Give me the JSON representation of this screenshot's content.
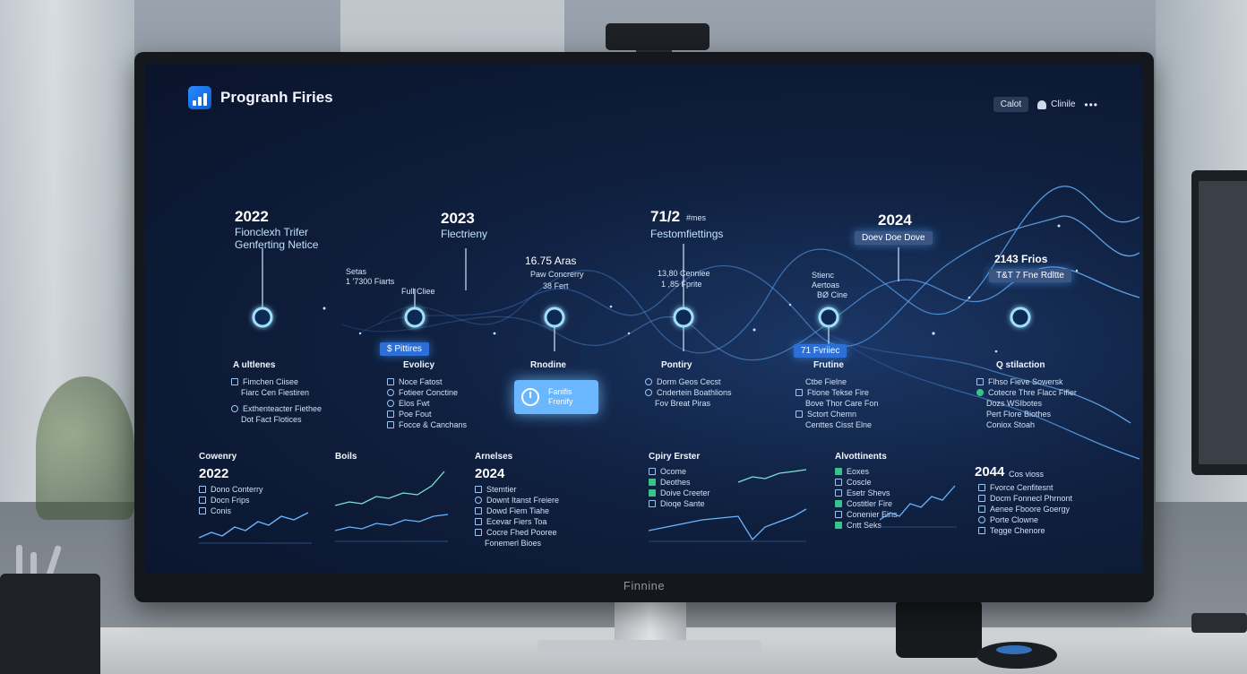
{
  "app": {
    "title": "Progranh Firies"
  },
  "header": {
    "button_label": "Calot",
    "user_label": "Clinile",
    "more_label": "•••"
  },
  "bezel": {
    "brand": "Finnine"
  },
  "milestones": [
    {
      "year": "2022",
      "sub1": "Fionclexh Trifer",
      "sub2": "Genferting Netice"
    },
    {
      "year": "2023",
      "sub1": "Flectrieny",
      "sub2": ""
    },
    {
      "year": "71/2",
      "suffix": "#mes",
      "sub1": "Festomfiettings",
      "sub2": ""
    },
    {
      "year": "2024",
      "sub1": "",
      "sub2": ""
    }
  ],
  "tags": {
    "t2024": "Doev Doe Dove",
    "node2": "$ Pittires",
    "node5": "71 Fvriiec",
    "right": "T&T 7 Fne Rdltte"
  },
  "annotations": {
    "a1": [
      "Setas",
      "1 '7300 Fiarts"
    ],
    "a2": "Full Cliee",
    "a3": [
      "16.75 Aras",
      "Paw Concrerry",
      "38 Fert"
    ],
    "a4": [
      "13,80 Cenniee",
      "1 ,85 Fprite"
    ],
    "a5": [
      "Stienc",
      "Aertoas",
      "BØ Cine"
    ],
    "a6": "2143 Frios"
  },
  "sections": [
    {
      "title": "A ultlenes",
      "items": [
        "Fimchen Ciisee",
        "Fiarc Cen Fiestiren",
        "Exthenteacter Fiethee",
        "Dot Fact Flotices"
      ]
    },
    {
      "title": "Evolicy",
      "items": [
        "Noce Fatost",
        "Fotieer Conctine",
        "Elos Fwt",
        "Poe Fout",
        "Focce & Canchans"
      ]
    },
    {
      "title": "Rnodine",
      "items": []
    },
    {
      "title": "Pontiry",
      "items": [
        "Dorm Geos Cecst",
        "Cndertein Boathlions",
        "Fov Breat Piras"
      ]
    },
    {
      "title": "Frutine",
      "items": [
        "Ctbe Fielne",
        "Ftione Tekse Fire",
        "Bove Thor Care Fon",
        "Sctort Chemn",
        "Centtes Cisst Elne"
      ]
    },
    {
      "title": "Q stilaction",
      "items": [
        "Flhso Fieve Sowersk",
        "Cotecre Thre Flacc Fifler",
        "Dozs WSIbotes",
        "Pert Flore Biothes",
        "Coniox Stoah"
      ]
    }
  ],
  "clock_card": {
    "line1": "Fanifis",
    "line2": "Frenify"
  },
  "panels": [
    {
      "title": "Cowenry",
      "year": "2022",
      "items": [
        "Dono Conterry",
        "Docn Frips",
        "Conis"
      ]
    },
    {
      "title": "Boils",
      "year": "",
      "items": []
    },
    {
      "title": "Arnelses",
      "year": "2024",
      "items": [
        "Stemtier",
        "Downt Itanst Freiere",
        "Dowd Fiem Tiahe",
        "Ecevar Fiers Toa",
        "Cocre Fhed Pooree",
        "Fonemerl Bioes"
      ]
    },
    {
      "title": "Cpiry Erster",
      "year": "",
      "items": [
        "Ocome",
        "Deothes",
        "Doive Creeter",
        "Dioqe Sante"
      ]
    },
    {
      "title": "Alvottinents",
      "year": "",
      "items": [
        "Eoxes",
        "Coscle",
        "Esetr Shevs",
        "Costitler Fire",
        "Conenier Eins",
        "Cntt Seks"
      ]
    },
    {
      "title": "",
      "year": "2044",
      "suffix": "Cos vioss",
      "items": [
        "Fvorce Cenfitesnt",
        "Docm Fonnecl Phrnont",
        "Aenee Fboore Goergy",
        "Porte Clowne",
        "Tegge Chenore"
      ]
    }
  ],
  "colors": {
    "accent": "#6ab7ff",
    "node": "#7fd0ff",
    "bg": "#0f1f3e"
  }
}
